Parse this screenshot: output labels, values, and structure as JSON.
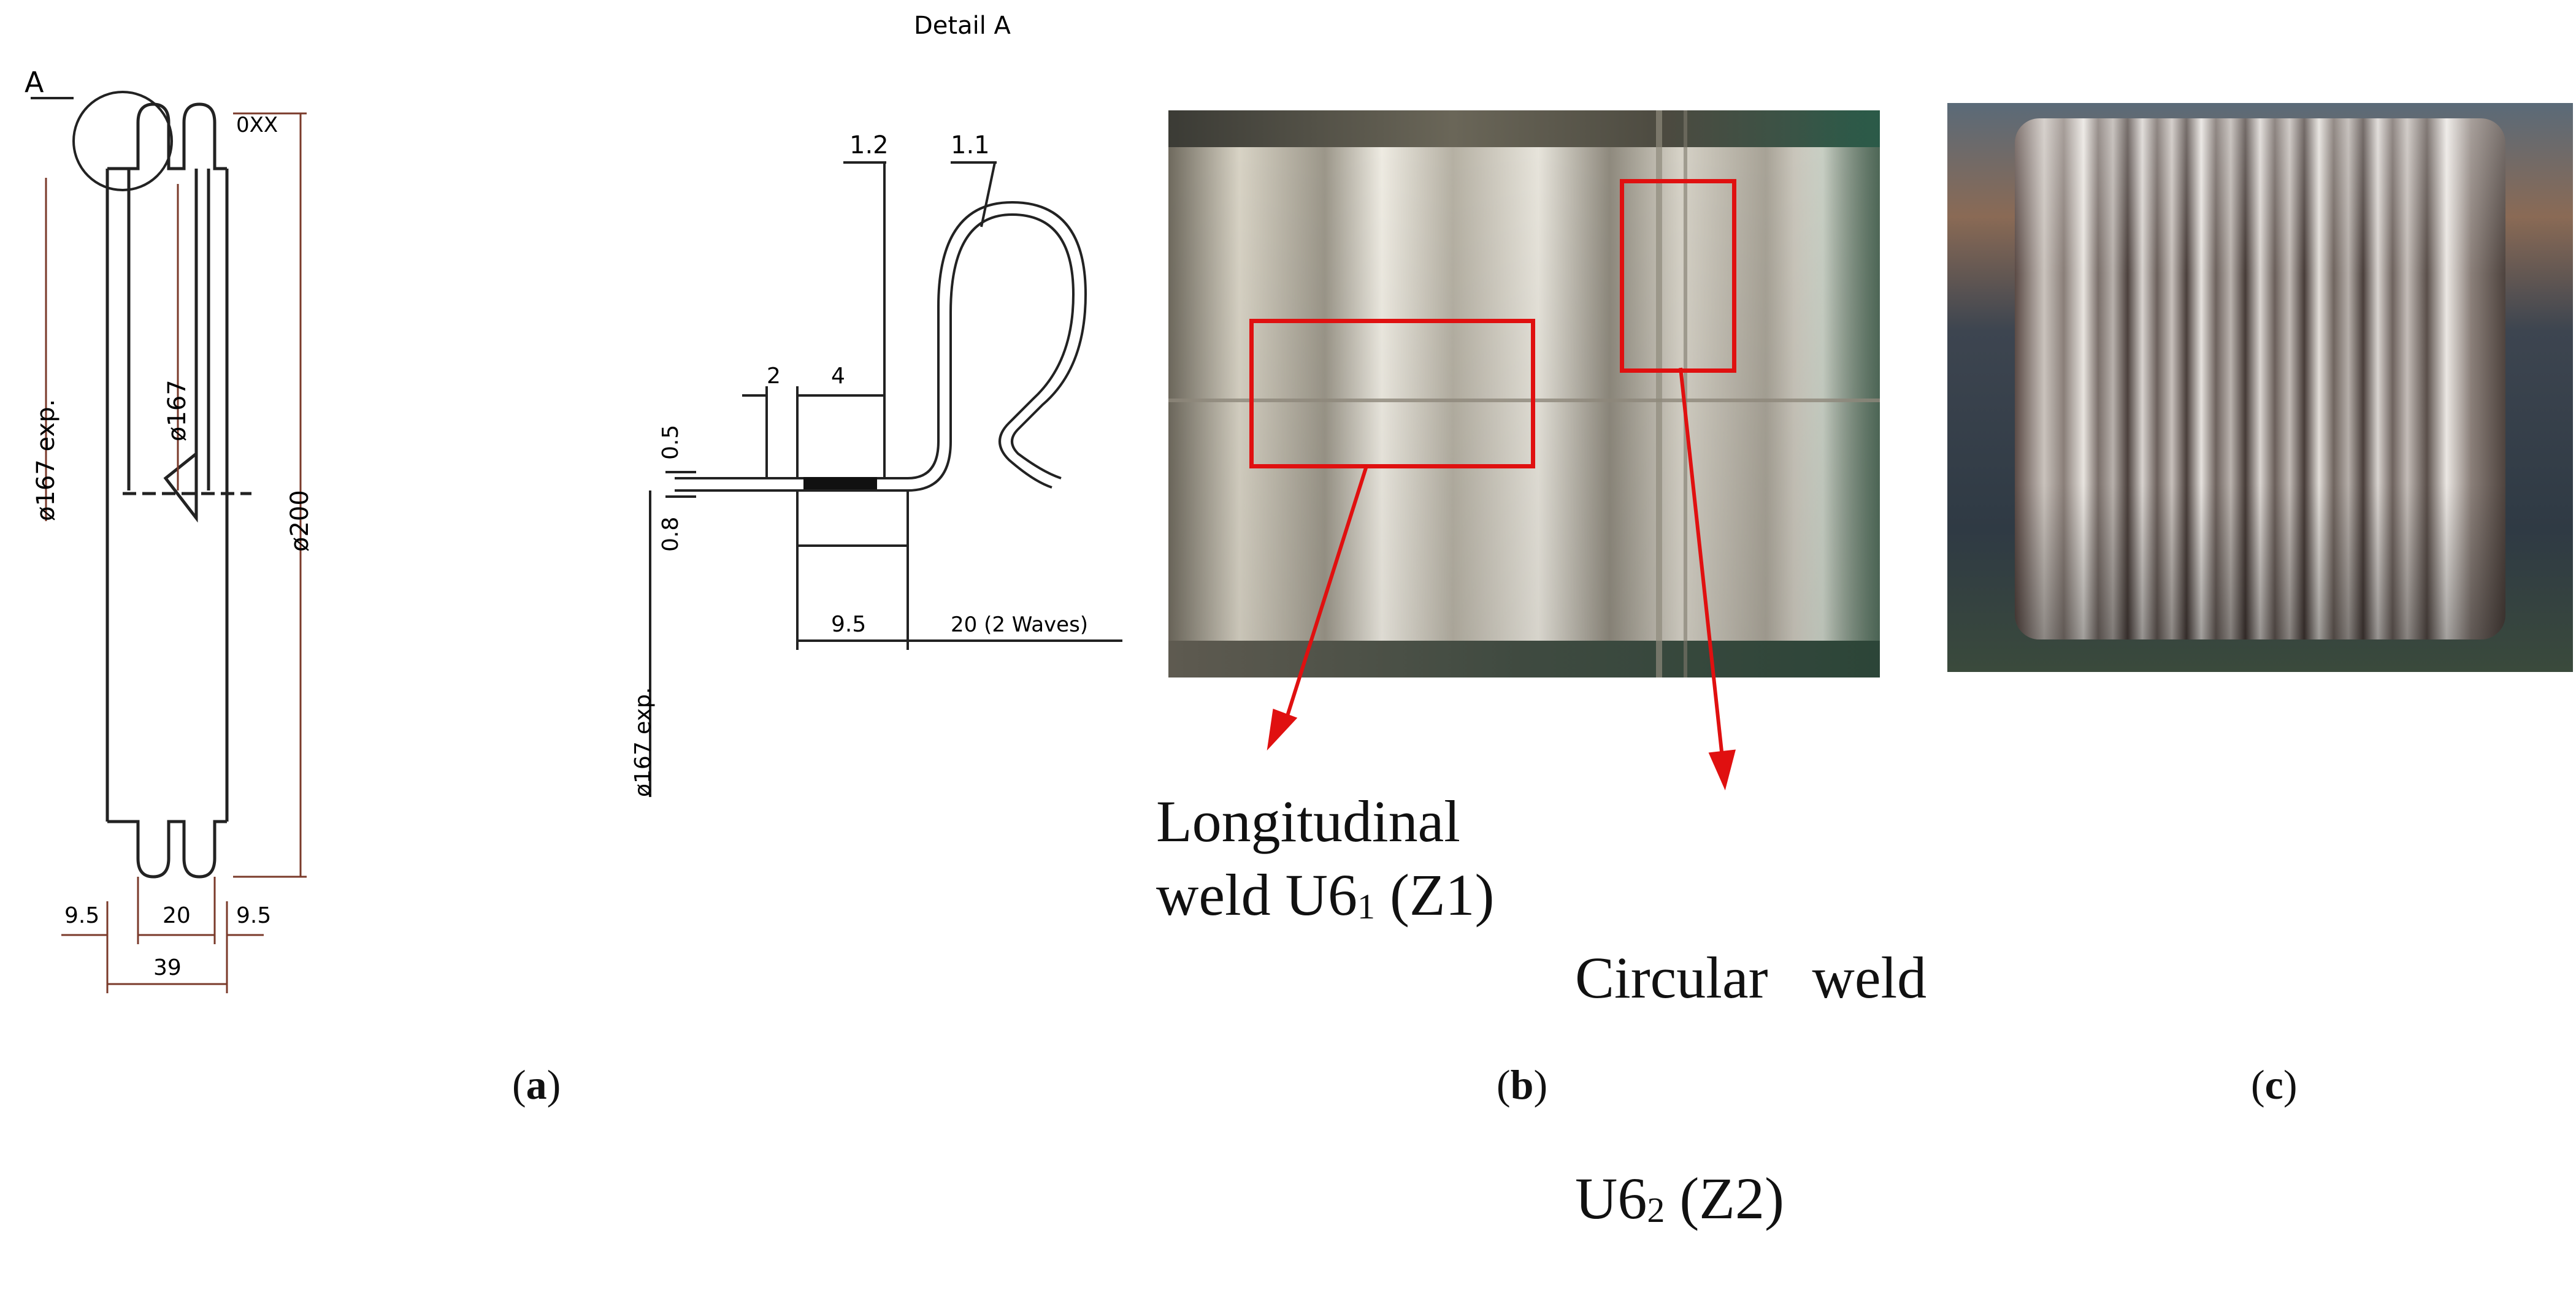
{
  "panel_a": {
    "detail_ref": "A",
    "dims": {
      "d167exp": "ø167 exp.",
      "d167": "ø167",
      "d200": "ø200",
      "mark": "0XX",
      "w_left": "9.5",
      "w_mid": "20",
      "w_right": "9.5",
      "total": "39"
    }
  },
  "detail": {
    "title": "Detail A",
    "label_12": "1.2",
    "label_11": "1.1",
    "dim_2": "2",
    "dim_4": "4",
    "dim_05": "0.5",
    "dim_08": "0.8",
    "dim_95": "9.5",
    "dim_20w": "20 (2 Waves)",
    "d167exp": "ø167 exp."
  },
  "panel_b": {
    "longitudinal_line1": "Longitudinal",
    "longitudinal_line2": "weld U6",
    "longitudinal_sub": "1",
    "longitudinal_zone": " (Z1)",
    "circular_line1": "Circular   weld",
    "circular_line2": "U6",
    "circular_sub": "2",
    "circular_zone": " (Z2)",
    "box_color": "#e01010"
  },
  "captions": {
    "a": "a",
    "b": "b",
    "c": "c"
  }
}
